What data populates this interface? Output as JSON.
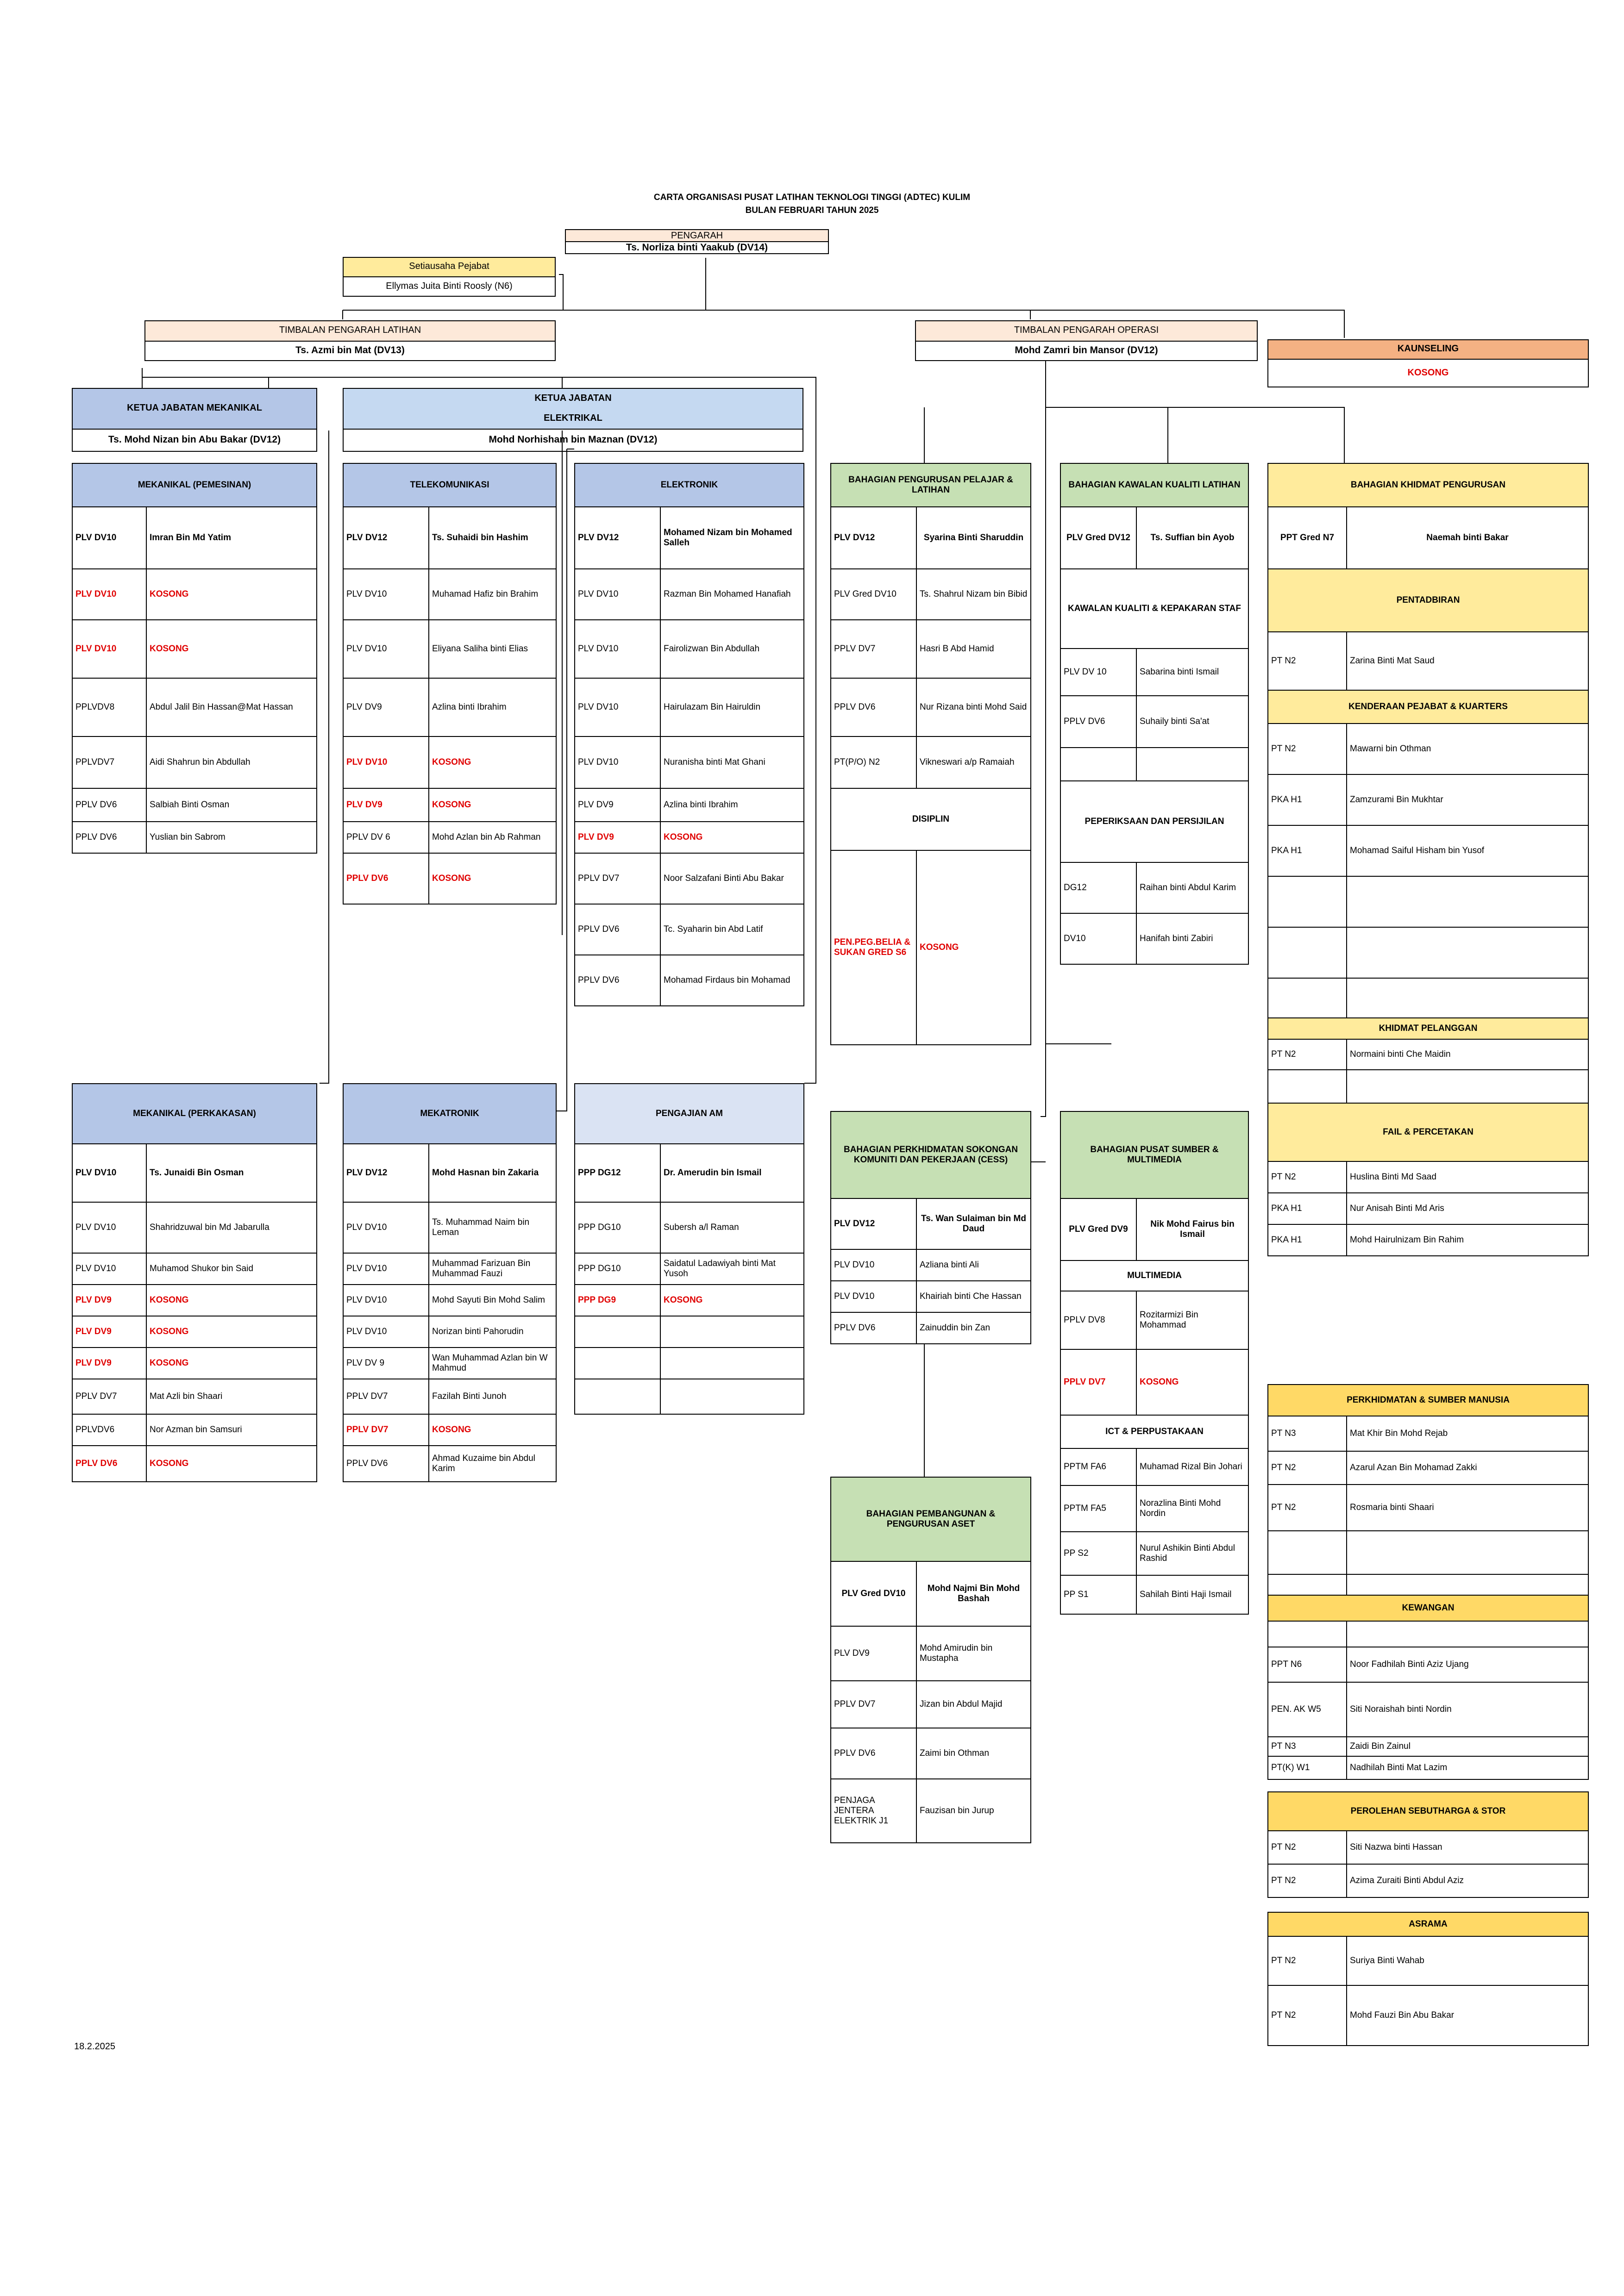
{
  "title": {
    "line1": "CARTA ORGANISASI PUSAT LATIHAN TEKNOLOGI TINGGI (ADTEC) KULIM",
    "line2": "BULAN FEBRUARI TAHUN 2025"
  },
  "pengarah": {
    "label": "PENGARAH",
    "name": "Ts. Norliza binti Yaakub (DV14)"
  },
  "setiausaha": {
    "label": "Setiausaha Pejabat",
    "name": "Ellymas Juita Binti Roosly (N6)"
  },
  "tp_latihan": {
    "label": "TIMBALAN PENGARAH LATIHAN",
    "name": "Ts. Azmi bin Mat (DV13)"
  },
  "tp_operasi": {
    "label": "TIMBALAN PENGARAH OPERASI",
    "name": "Mohd Zamri bin Mansor (DV12)"
  },
  "kaunseling": {
    "label": "KAUNSELING",
    "name": "KOSONG"
  },
  "kj_mekanikal": {
    "label": "KETUA JABATAN MEKANIKAL",
    "name": "Ts. Mohd Nizan bin Abu Bakar (DV12)"
  },
  "kj_elektrikal": {
    "label1": "KETUA JABATAN",
    "label2": "ELEKTRIKAL",
    "name": "Mohd Norhisham bin Maznan (DV12)"
  },
  "colors": {
    "peach": "#fde9d9",
    "yellow": "#ffeb9c",
    "orange": "#f4b183",
    "blue": "#b4c6e7",
    "blue_light": "#dae3f3",
    "elec_blue": "#c5d9f1",
    "green": "#c6e0b4",
    "gold": "#ffd966",
    "red": "#e00000"
  },
  "date": "18.2.2025",
  "sections": [
    {
      "title": "MEKANIKAL (PEMESINAN)",
      "rows": [
        [
          "PLV DV10",
          "Imran Bin Md Yatim",
          "b"
        ],
        [
          "PLV DV10",
          "KOSONG",
          "r"
        ],
        [
          "PLV DV10",
          "KOSONG",
          "r"
        ],
        [
          "PPLVDV8",
          "Abdul Jalil Bin Hassan@Mat Hassan",
          ""
        ],
        [
          "PPLVDV7",
          "Aidi Shahrun  bin Abdullah",
          ""
        ],
        [
          "PPLV DV6",
          "Salbiah Binti Osman",
          ""
        ],
        [
          "PPLV DV6",
          "Yuslian bin Sabrom",
          ""
        ]
      ]
    },
    {
      "title": "TELEKOMUNIKASI",
      "rows": [
        [
          "PLV DV12",
          "Ts. Suhaidi bin Hashim",
          "b"
        ],
        [
          "PLV DV10",
          "Muhamad Hafiz bin Brahim",
          ""
        ],
        [
          "PLV DV10",
          "Eliyana Saliha binti Elias",
          ""
        ],
        [
          "PLV DV9",
          "Azlina binti Ibrahim",
          ""
        ],
        [
          "PLV DV10",
          "KOSONG",
          "r"
        ],
        [
          "PLV DV9",
          "KOSONG",
          "r"
        ],
        [
          "PPLV DV 6",
          "Mohd Azlan bin Ab Rahman",
          ""
        ],
        [
          "PPLV DV6",
          "KOSONG",
          "r"
        ]
      ]
    },
    {
      "title": "ELEKTRONIK",
      "rows": [
        [
          "PLV DV12",
          "Mohamed Nizam bin Mohamed Salleh",
          "b"
        ],
        [
          "PLV DV10",
          "Razman Bin Mohamed Hanafiah",
          ""
        ],
        [
          "PLV DV10",
          "Fairolizwan Bin Abdullah",
          ""
        ],
        [
          "PLV DV10",
          "Hairulazam Bin Hairuldin",
          ""
        ],
        [
          "PLV DV10",
          "Nuranisha binti Mat Ghani",
          ""
        ],
        [
          "PLV DV9",
          "Azlina binti Ibrahim",
          ""
        ],
        [
          "PLV DV9",
          "KOSONG",
          "r"
        ],
        [
          "PPLV DV7",
          "Noor Salzafani Binti Abu Bakar",
          ""
        ],
        [
          "PPLV DV6",
          "Tc. Syaharin bin Abd Latif",
          ""
        ],
        [
          "PPLV DV6",
          "Mohamad Firdaus bin Mohamad",
          ""
        ]
      ]
    },
    {
      "title": "BAHAGIAN PENGURUSAN PELAJAR & LATIHAN",
      "rows": [
        [
          "PLV DV12",
          "Syarina Binti Sharuddin",
          "b"
        ],
        [
          "PLV Gred DV10",
          "Ts. Shahrul Nizam bin Bibid",
          ""
        ],
        [
          "PPLV DV7",
          "Hasri B Abd Hamid",
          ""
        ],
        [
          "PPLV DV6",
          "Nur Rizana binti Mohd Said",
          ""
        ],
        [
          "PT(P/O) N2",
          "Vikneswari a/p Ramaiah",
          ""
        ],
        [
          "DISIPLIN",
          "",
          "h"
        ],
        [
          "PEN.PEG.BELIA & SUKAN GRED S6",
          "KOSONG",
          "r"
        ]
      ]
    },
    {
      "title": "BAHAGIAN KAWALAN KUALITI LATIHAN",
      "rows": [
        [
          "PLV Gred DV12",
          "Ts. Suffian bin Ayob",
          "b"
        ],
        [
          "KAWALAN KUALITI & KEPAKARAN STAF",
          "",
          "h"
        ],
        [
          "PLV DV 10",
          "Sabarina binti Ismail",
          ""
        ],
        [
          "PPLV DV6",
          "Suhaily binti Sa'at",
          ""
        ],
        [
          "",
          "",
          ""
        ],
        [
          "PEPERIKSAAN DAN PERSIJILAN",
          "",
          "h"
        ],
        [
          "DG12",
          "Raihan binti Abdul Karim",
          ""
        ],
        [
          "DV10",
          "Hanifah binti Zabiri",
          ""
        ]
      ]
    },
    {
      "title": "BAHAGIAN KHIDMAT PENGURUSAN",
      "rows": [
        [
          "PPT Gred N7",
          "Naemah binti Bakar",
          "b"
        ],
        [
          "PENTADBIRAN",
          "",
          "h"
        ],
        [
          "PT  N2",
          "Zarina Binti Mat Saud",
          ""
        ],
        [
          "KENDERAAN PEJABAT & KUARTERS",
          "",
          "h"
        ],
        [
          "PT N2",
          "Mawarni bin Othman",
          ""
        ],
        [
          "PKA H1",
          "Zamzurami Bin Mukhtar",
          ""
        ],
        [
          "PKA H1",
          "Mohamad Saiful Hisham bin Yusof",
          ""
        ],
        [
          "",
          "",
          ""
        ],
        [
          "",
          "",
          ""
        ],
        [
          "",
          "",
          ""
        ],
        [
          "KHIDMAT PELANGGAN",
          "",
          "h"
        ],
        [
          "PT N2",
          "Normaini binti Che Maidin",
          ""
        ],
        [
          "",
          "",
          ""
        ],
        [
          "FAIL & PERCETAKAN",
          "",
          "h"
        ],
        [
          "PT N2",
          "Huslina Binti Md Saad",
          ""
        ],
        [
          "PKA H1",
          "Nur Anisah Binti Md Aris",
          ""
        ],
        [
          "PKA H1",
          "Mohd Hairulnizam Bin Rahim",
          ""
        ]
      ]
    },
    {
      "title": "MEKANIKAL (PERKAKASAN)",
      "rows": [
        [
          "PLV DV10",
          "Ts. Junaidi Bin Osman",
          "b"
        ],
        [
          "PLV DV10",
          "Shahridzuwal bin Md Jabarulla",
          ""
        ],
        [
          "PLV DV10",
          "Muhamod Shukor bin Said",
          ""
        ],
        [
          "PLV DV9",
          "KOSONG",
          "r"
        ],
        [
          "PLV DV9",
          "KOSONG",
          "r"
        ],
        [
          "PLV DV9",
          "KOSONG",
          "r"
        ],
        [
          "PPLV DV7",
          "Mat Azli bin Shaari",
          ""
        ],
        [
          "PPLVDV6",
          "Nor Azman bin Samsuri",
          ""
        ],
        [
          "PPLV DV6",
          "KOSONG",
          "r"
        ]
      ]
    },
    {
      "title": "MEKATRONIK",
      "rows": [
        [
          "PLV DV12",
          "Mohd Hasnan bin Zakaria",
          "b"
        ],
        [
          "PLV DV10",
          "Ts. Muhammad Naim bin Leman",
          ""
        ],
        [
          "PLV DV10",
          "Muhammad Farizuan Bin Muhammad Fauzi",
          ""
        ],
        [
          "PLV DV10",
          "Mohd Sayuti  Bin Mohd Salim",
          ""
        ],
        [
          "PLV DV10",
          "Norizan binti Pahorudin",
          ""
        ],
        [
          "PLV DV 9",
          "Wan Muhammad Azlan bin W Mahmud",
          ""
        ],
        [
          "PPLV DV7",
          "Fazilah Binti Junoh",
          ""
        ],
        [
          "PPLV DV7",
          "KOSONG",
          "r"
        ],
        [
          "PPLV DV6",
          "Ahmad Kuzaime bin Abdul Karim",
          ""
        ]
      ]
    },
    {
      "title": "PENGAJIAN AM",
      "rows": [
        [
          "PPP DG12",
          "Dr. Amerudin bin Ismail",
          "b"
        ],
        [
          "PPP DG10",
          "Subersh a/l Raman",
          ""
        ],
        [
          "PPP DG10",
          "Saidatul Ladawiyah binti Mat Yusoh",
          ""
        ],
        [
          "PPP DG9",
          "KOSONG",
          "r"
        ],
        [
          "",
          "",
          ""
        ],
        [
          "",
          "",
          ""
        ],
        [
          "",
          "",
          ""
        ]
      ]
    },
    {
      "title": "BAHAGIAN PERKHIDMATAN SOKONGAN KOMUNITI DAN PEKERJAAN (CESS)",
      "rows": [
        [
          "PLV  DV12",
          "Ts. Wan Sulaiman bin Md Daud",
          "b"
        ],
        [
          "PLV DV10",
          "Azliana binti Ali",
          ""
        ],
        [
          "PLV DV10",
          "Khairiah binti Che Hassan",
          ""
        ],
        [
          "PPLV DV6",
          "Zainuddin bin Zan",
          ""
        ]
      ]
    },
    {
      "title": "BAHAGIAN PUSAT SUMBER & MULTIMEDIA",
      "rows": [
        [
          "PLV Gred DV9",
          "Nik Mohd Fairus bin Ismail",
          "b"
        ],
        [
          "MULTIMEDIA",
          "",
          "h"
        ],
        [
          "PPLV DV8",
          "Rozitarmizi Bin Mohammad",
          ""
        ],
        [
          "PPLV DV7",
          "KOSONG",
          "r"
        ],
        [
          "ICT & PERPUSTAKAAN",
          "",
          "h"
        ],
        [
          "PPTM FA6",
          "Muhamad Rizal Bin Johari",
          ""
        ],
        [
          "PPTM FA5",
          "Norazlina Binti Mohd Nordin",
          ""
        ],
        [
          "PP S2",
          "Nurul Ashikin Binti Abdul Rashid",
          ""
        ],
        [
          "PP S1",
          "Sahilah Binti Haji Ismail",
          ""
        ]
      ]
    },
    {
      "title": "BAHAGIAN PEMBANGUNAN & PENGURUSAN ASET",
      "rows": [
        [
          "PLV Gred DV10",
          "Mohd Najmi Bin Mohd Bashah",
          "b"
        ],
        [
          "PLV DV9",
          "Mohd Amirudin bin Mustapha",
          ""
        ],
        [
          "PPLV DV7",
          "Jizan bin Abdul Majid",
          ""
        ],
        [
          "PPLV DV6",
          "Zaimi bin Othman",
          ""
        ],
        [
          "PENJAGA JENTERA ELEKTRIK J1",
          "Fauzisan bin Jurup",
          ""
        ]
      ]
    },
    {
      "title": "PERKHIDMATAN & SUMBER MANUSIA",
      "rows": [
        [
          "PT  N3",
          "Mat Khir Bin Mohd Rejab",
          ""
        ],
        [
          "PT  N2",
          "Azarul Azan Bin Mohamad Zakki",
          ""
        ],
        [
          "PT  N2",
          "Rosmaria binti Shaari",
          ""
        ],
        [
          "",
          "",
          ""
        ],
        [
          "",
          "",
          ""
        ]
      ]
    },
    {
      "title": "KEWANGAN",
      "rows": [
        [
          "",
          "",
          ""
        ],
        [
          "PPT N6",
          "Noor Fadhilah Binti Aziz Ujang",
          ""
        ],
        [
          "PEN. AK W5",
          "Siti Noraishah binti Nordin",
          ""
        ],
        [
          "PT  N3",
          "Zaidi Bin Zainul",
          ""
        ],
        [
          "PT(K) W1",
          "Nadhilah Binti Mat Lazim",
          ""
        ]
      ]
    },
    {
      "title": "PEROLEHAN SEBUTHARGA & STOR",
      "rows": [
        [
          "PT N2",
          "Siti Nazwa binti Hassan",
          ""
        ],
        [
          "PT N2",
          "Azima Zuraiti Binti Abdul Aziz",
          ""
        ]
      ]
    },
    {
      "title": "ASRAMA",
      "rows": [
        [
          "PT N2",
          "Suriya Binti Wahab",
          ""
        ],
        [
          "PT N2",
          "Mohd Fauzi Bin Abu Bakar",
          ""
        ]
      ]
    }
  ]
}
